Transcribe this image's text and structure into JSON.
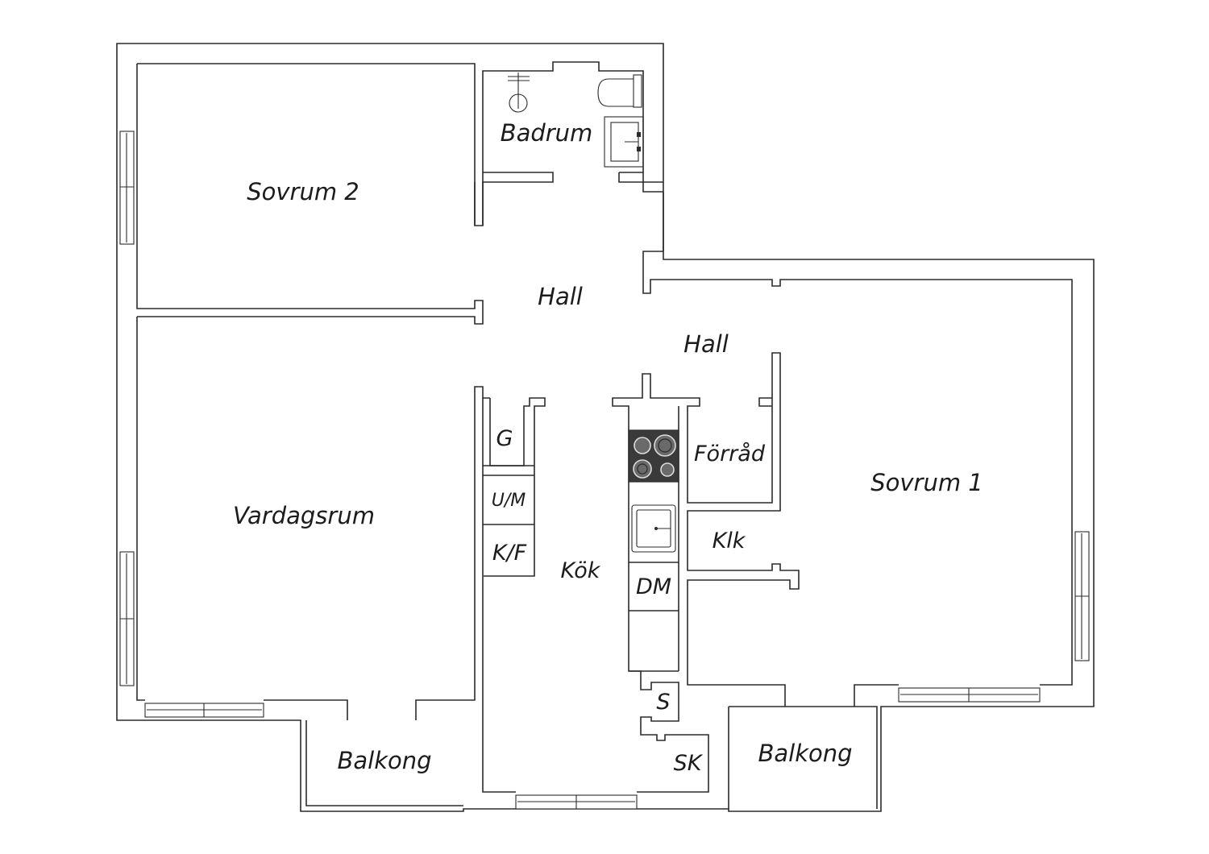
{
  "rooms": {
    "sovrum_2": "Sovrum 2",
    "badrum": "Badrum",
    "hall_upper": "Hall",
    "hall_lower": "Hall",
    "vardagsrum": "Vardagsrum",
    "sovrum_1": "Sovrum 1",
    "kok": "Kök",
    "forrad": "Förråd",
    "klk": "Klk",
    "balkong_left": "Balkong",
    "balkong_right": "Balkong"
  },
  "fixtures": {
    "g": "G",
    "um": "U/M",
    "kf": "K/F",
    "dm": "DM",
    "s": "S",
    "sk": "SK"
  },
  "colors": {
    "line": "#2b2b2b",
    "stove": "#3a3a3a",
    "background": "#ffffff"
  }
}
